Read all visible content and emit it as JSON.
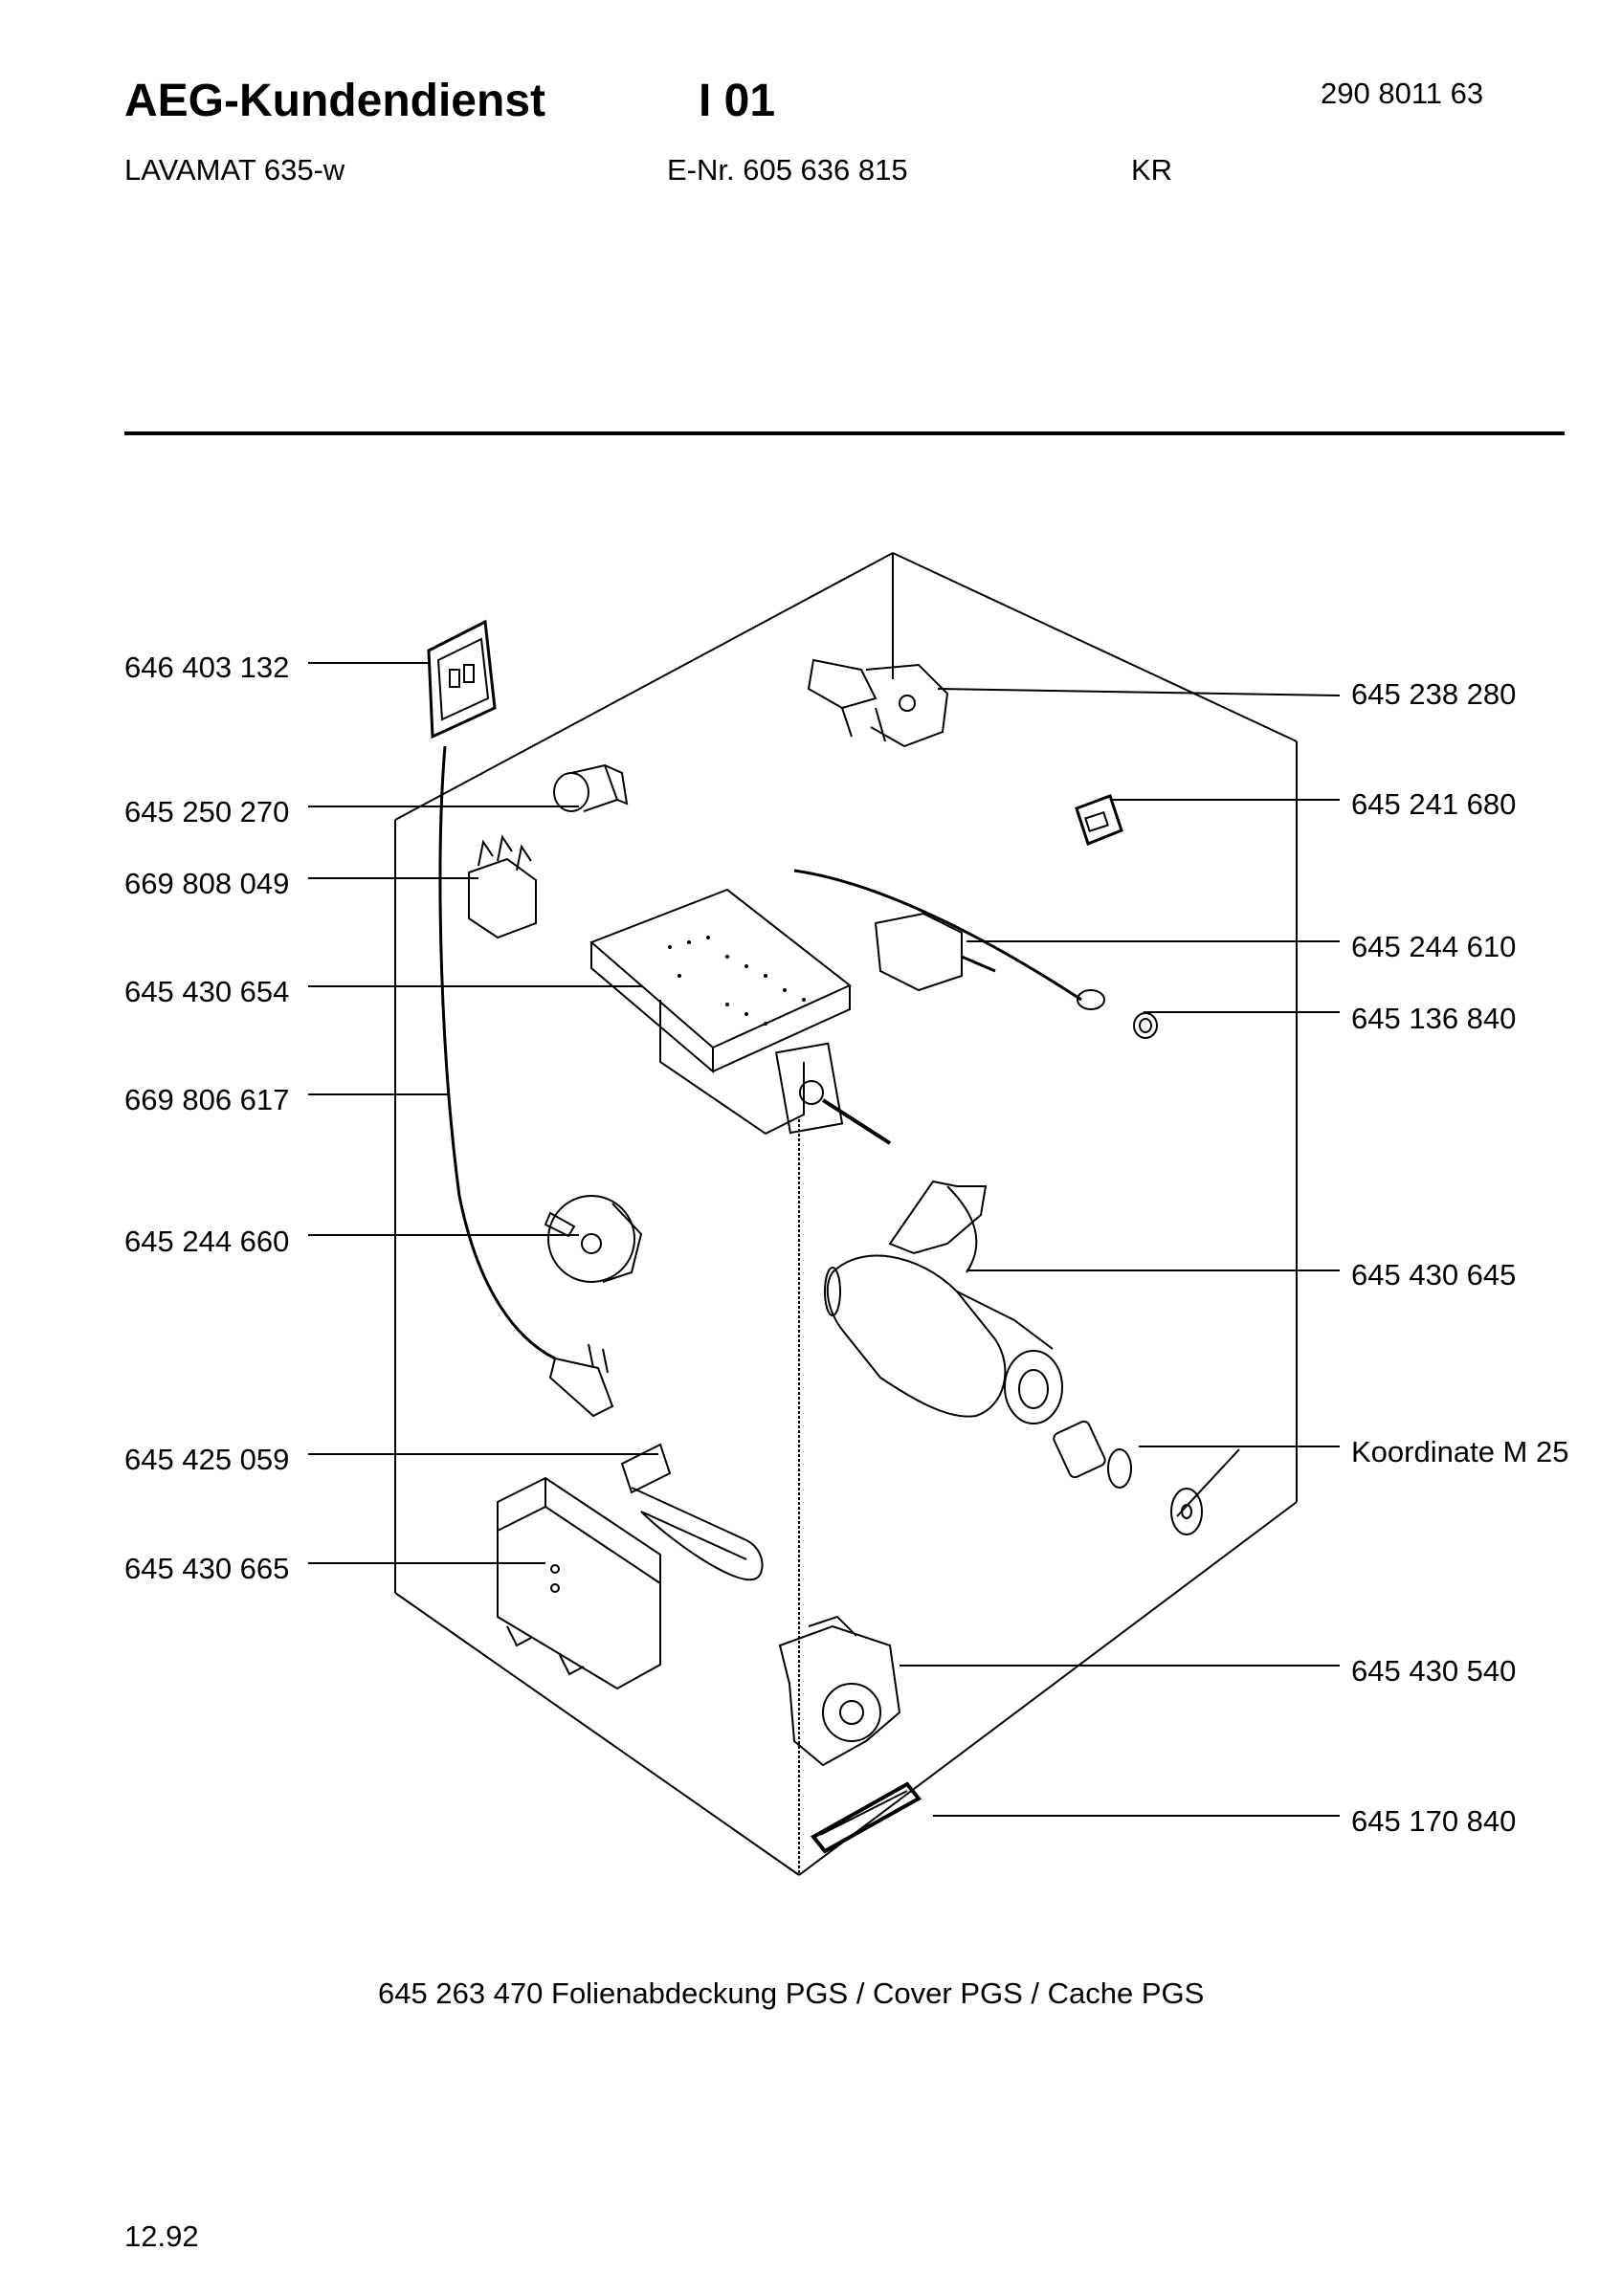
{
  "header": {
    "brand": "AEG-Kundendienst",
    "group": "I 01",
    "doc_number": "290 8011 63",
    "model": "LAVAMAT 635-w",
    "e_nr": "E-Nr. 605 636 815",
    "variant": "KR"
  },
  "parts_left": [
    "646 403 132",
    "645 250 270",
    "669 808 049",
    "645 430 654",
    "669 806 617",
    "645 244 660",
    "645 425 059",
    "645 430 665"
  ],
  "parts_right": [
    "645 238 280",
    "645 241 680",
    "645 244 610",
    "645 136 840",
    "645 430 645",
    "Koordinate M 25",
    "645 430 540",
    "645 170 840"
  ],
  "footnote": "645 263 470  Folienabdeckung PGS / Cover PGS / Cache PGS",
  "date": "12.92"
}
